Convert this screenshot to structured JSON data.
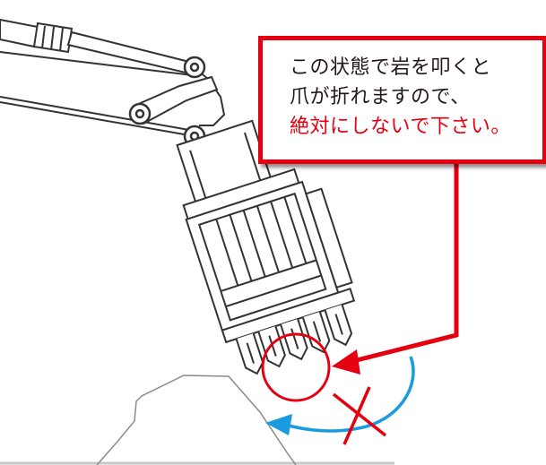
{
  "callout": {
    "line1": "この状態で岩を叩くと",
    "line2": "爪が折れますので、",
    "line3": "絶対にしないで下さい。"
  },
  "colors": {
    "warning_red": "#e4000f",
    "arrow_blue": "#1a9be0",
    "line_drawing": "#333333",
    "rock_outline": "#8a8a8a"
  },
  "icons": {
    "prohibition_mark": "x-mark-icon",
    "tooth_highlight": "circle-highlight",
    "pointer": "red-arrow-icon",
    "motion": "curved-blue-arrow-icon"
  }
}
